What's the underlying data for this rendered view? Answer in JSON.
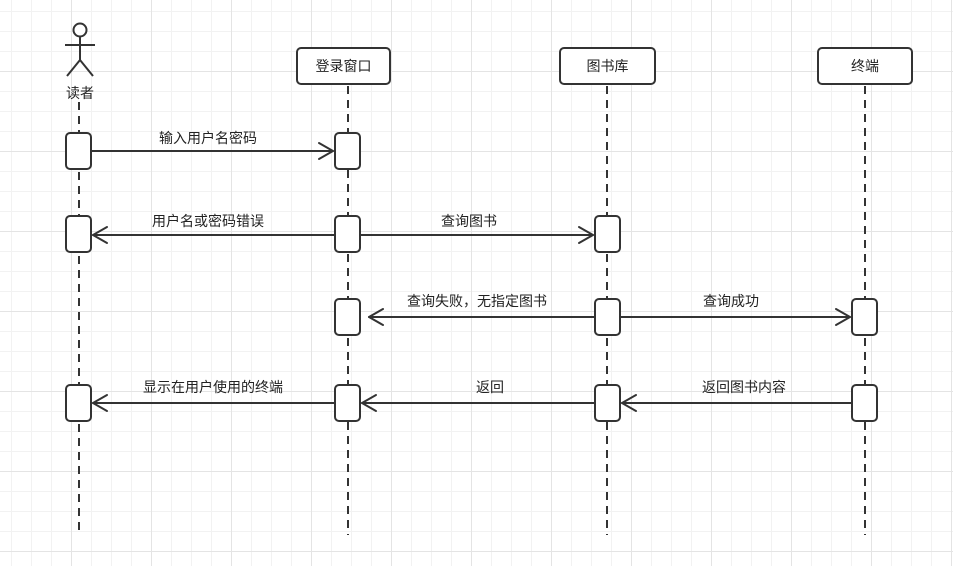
{
  "diagram": {
    "actor": {
      "label": "读者"
    },
    "participants": [
      {
        "key": "login",
        "label": "登录窗口"
      },
      {
        "key": "library",
        "label": "图书库"
      },
      {
        "key": "terminal",
        "label": "终端"
      }
    ],
    "messages": [
      {
        "label": "输入用户名密码",
        "from": "reader",
        "to": "login"
      },
      {
        "label": "用户名或密码错误",
        "from": "login",
        "to": "reader"
      },
      {
        "label": "查询图书",
        "from": "login",
        "to": "library"
      },
      {
        "label": "查询失败，无指定图书",
        "from": "library",
        "to": "login"
      },
      {
        "label": "查询成功",
        "from": "library",
        "to": "terminal"
      },
      {
        "label": "显示在用户使用的终端",
        "from": "login",
        "to": "reader"
      },
      {
        "label": "返回",
        "from": "library",
        "to": "login"
      },
      {
        "label": "返回图书内容",
        "from": "terminal",
        "to": "library"
      }
    ]
  }
}
